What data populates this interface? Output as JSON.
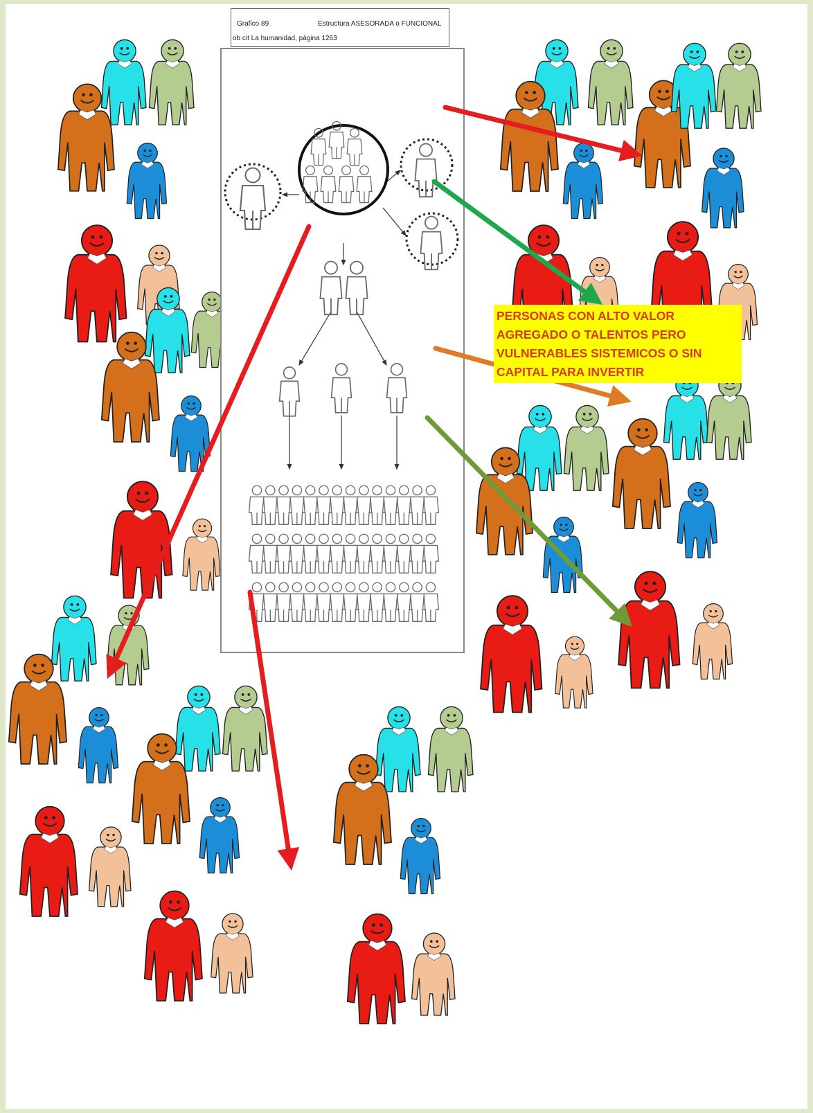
{
  "caption": {
    "figure_label": "Grafico 89",
    "figure_title": "Estructura ASESORADA o FUNCIONAL",
    "source": "ob cit La humanidad, página 1263"
  },
  "note": {
    "lines": [
      "PERSONAS CON ALTO VALOR",
      "AGREGADO O TALENTOS PERO",
      "VULNERABLES SISTEMICOS O SIN",
      "CAPITAL PARA INVERTIR"
    ]
  },
  "colors": {
    "red": "#e81c14",
    "orange": "#d4701c",
    "cyan": "#28e0e8",
    "sage": "#b4cc90",
    "blue": "#1c8ed8",
    "peach": "#f2c19a",
    "arrow_red": "#e41e1e",
    "arrow_green": "#1ea84a",
    "arrow_orange": "#e07a24",
    "arrow_olive": "#6e9a38",
    "note_bg": "#ffff00",
    "note_text": "#d83a1a"
  }
}
